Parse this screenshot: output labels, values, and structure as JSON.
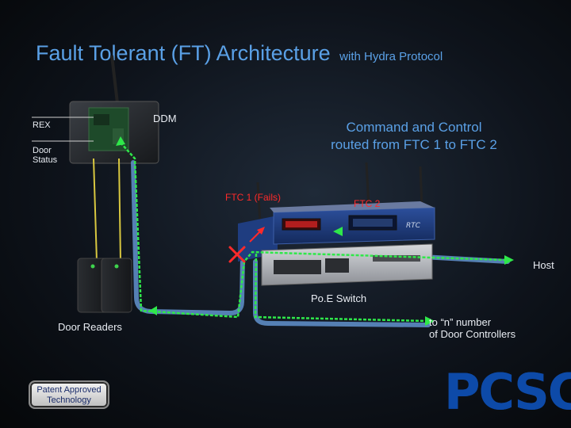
{
  "title": {
    "main": "Fault Tolerant (FT) Architecture",
    "subtitle": "with Hydra Protocol"
  },
  "labels": {
    "ddm": "DDM",
    "rex": "REX",
    "door_status_line1": "Door",
    "door_status_line2": "Status",
    "command_line1": "Command and Control",
    "command_line2": "routed from FTC 1 to FTC 2",
    "ftc1": "FTC 1 (Fails)",
    "ftc2": "FTC 2",
    "host": "Host",
    "poe_switch": "Po.E Switch",
    "door_readers": "Door Readers",
    "to_n_line1": "to “n” number",
    "to_n_line2": "of Door Controllers"
  },
  "badge": {
    "line1": "Patent Approved",
    "line2": "Technology"
  },
  "logo": {
    "text": "PCSC"
  },
  "colors": {
    "title": "#5aa0e6",
    "fail": "#ff2a2a",
    "path_green": "#2fe84a",
    "cable_blue": "#5d8cc4",
    "logo": "#0d4aa8"
  }
}
